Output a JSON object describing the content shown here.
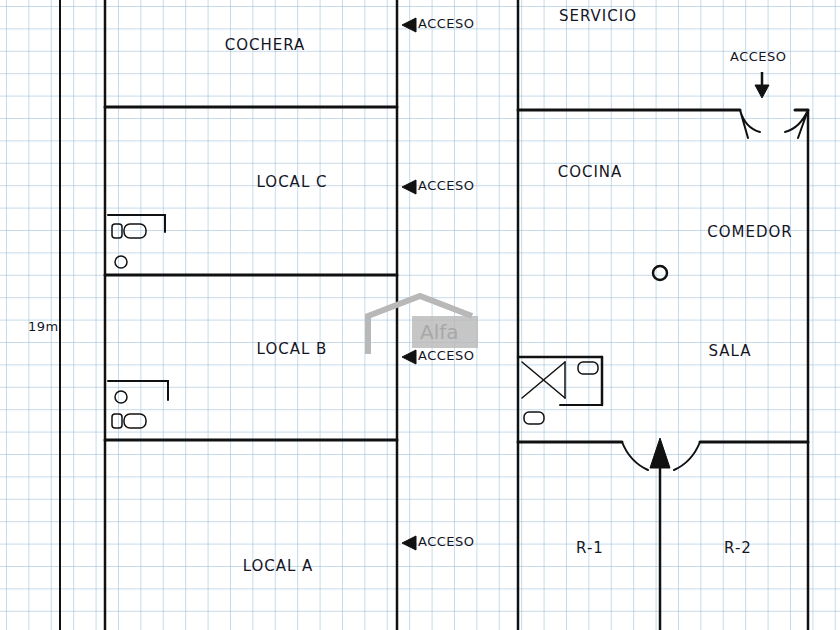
{
  "diagram": {
    "nodes": [
      {
        "text": [
          "COCHERA"
        ]
      },
      {
        "text": [
          "SERVICIO"
        ]
      },
      {
        "text": [
          "LOCAL C"
        ]
      },
      {
        "text": [
          "COCINA"
        ]
      },
      {
        "text": [
          "COMEDOR"
        ]
      },
      {
        "text": [
          "LOCAL B"
        ]
      },
      {
        "text": [
          "SALA"
        ]
      },
      {
        "text": [
          "LOCAL A"
        ]
      },
      {
        "text": [
          "R-1"
        ]
      },
      {
        "text": [
          "R-2"
        ]
      }
    ],
    "labels": [
      "ACCESO",
      "ACCESO",
      "ACCESO",
      "ACCESO",
      "ACCESO",
      "19m",
      "Alfa"
    ]
  }
}
